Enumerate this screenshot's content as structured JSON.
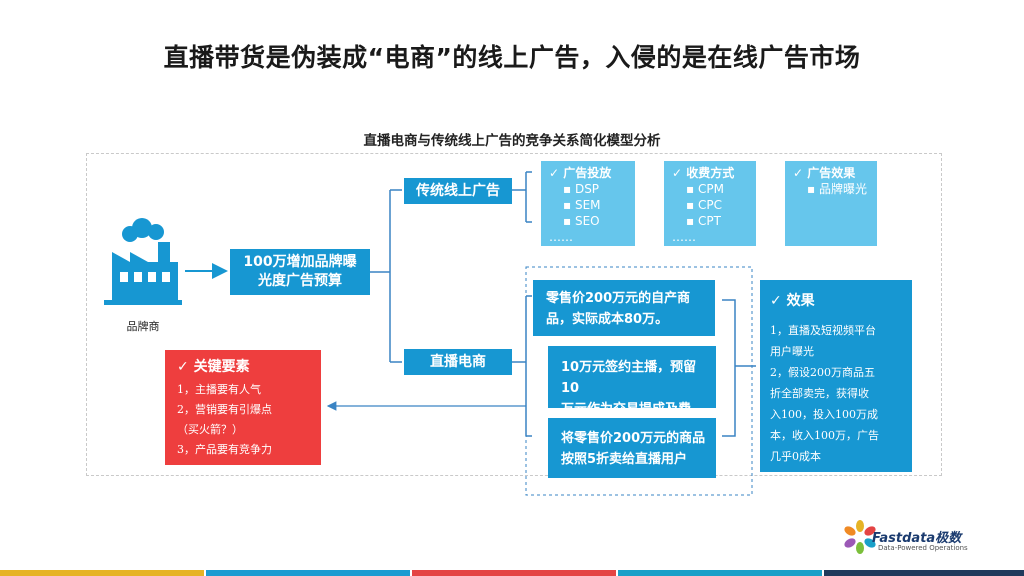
{
  "title": "直播带货是伪装成“电商”的线上广告，入侵的是在线广告市场",
  "diagram_title": "直播电商与传统线上广告的竞争关系简化模型分析",
  "brand": {
    "label": "品牌商"
  },
  "budget": {
    "line1": "100万增加品牌曝",
    "line2": "光度广告预算"
  },
  "traditional": {
    "label": "传统线上广告",
    "boxes": [
      {
        "header": "✓ 广告投放",
        "items": [
          "▪ DSP",
          "▪ SEM",
          "▪ SEO"
        ],
        "more": "……"
      },
      {
        "header": "✓ 收费方式",
        "items": [
          "▪ CPM",
          "▪ CPC",
          "▪ CPT"
        ],
        "more": "……"
      },
      {
        "header": "✓ 广告效果",
        "items": [
          "▪ 品牌曝光"
        ]
      }
    ]
  },
  "live": {
    "label": "直播电商",
    "steps": [
      {
        "line1": "零售价200万元的自产商",
        "line2": "品，实际成本80万。"
      },
      {
        "line1": "10万元签约主播，预留10",
        "line2": "万元作为交易提成及费用。"
      },
      {
        "line1": "将零售价200万元的商品",
        "line2": "按照5折卖给直播用户"
      }
    ]
  },
  "effect": {
    "header": "✓  效果",
    "lines": [
      "1，直播及短视频平台",
      "用户曝光",
      "2，假设200万商品五",
      "折全部卖完，获得收",
      "入100，投入100万成",
      "本，收入100万，广告",
      "几乎0成本"
    ]
  },
  "key": {
    "header": "✓  关键要素",
    "lines": [
      "1，主播要有人气",
      "2，营销要有引爆点",
      "（买火箭？）",
      "3，产品要有竞争力"
    ]
  },
  "logo": {
    "name": "Fastdata极数",
    "tagline": "Data-Powered Operations"
  },
  "colors": {
    "primary": "#1797d2",
    "light": "#66c6ec",
    "red": "#ee3e3e",
    "stripe": [
      "#e6b325",
      "#1c9bd1",
      "#e44444",
      "#19a0c8",
      "#203a5c"
    ]
  }
}
